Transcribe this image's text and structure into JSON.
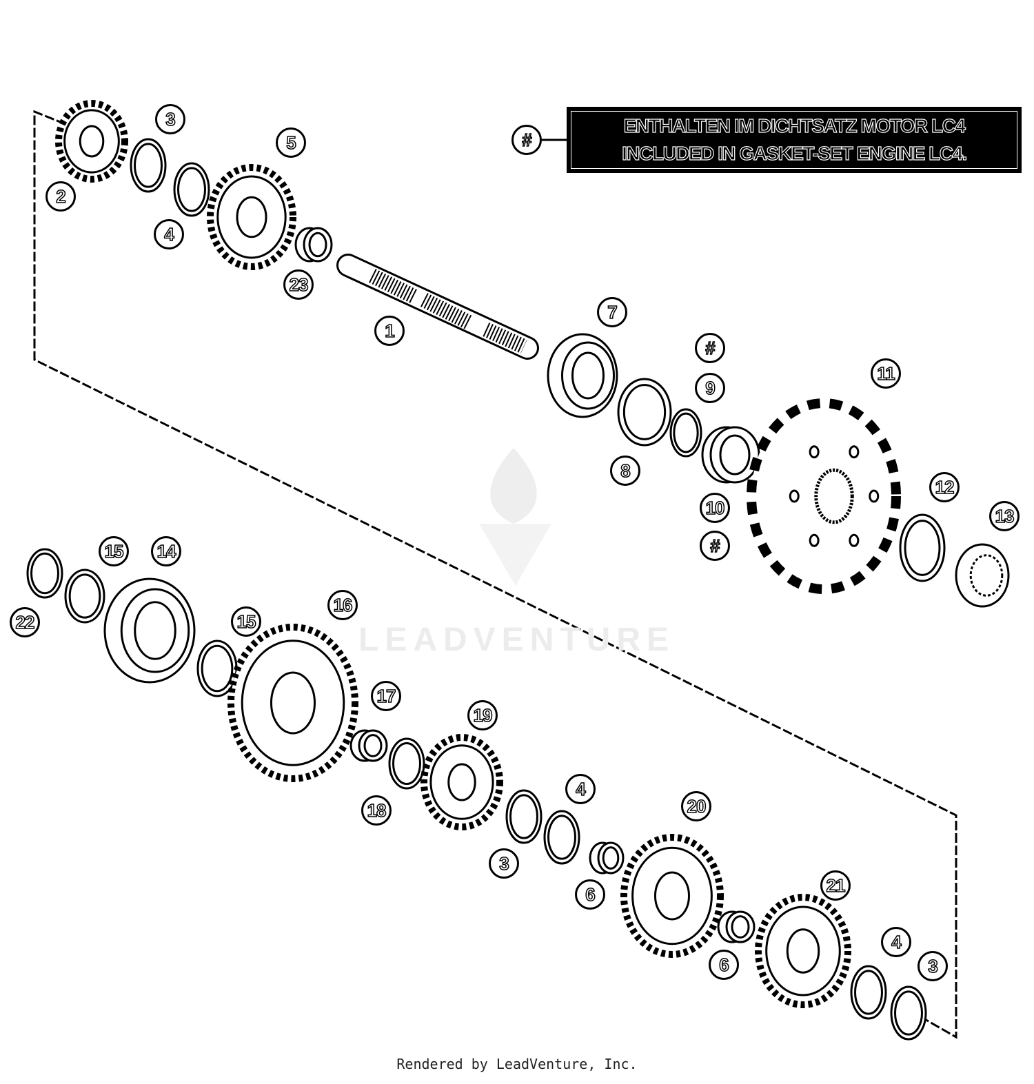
{
  "legend": {
    "symbol": "#",
    "line_de": "ENTHALTEN IM DICHTSATZ MOTOR LC4",
    "line_en": "INCLUDED IN GASKET-SET ENGINE LC4."
  },
  "callouts": [
    "1",
    "2",
    "3",
    "4",
    "5",
    "23",
    "7",
    "#",
    "9",
    "11",
    "8",
    "12",
    "10",
    "#",
    "13",
    "15",
    "14",
    "22",
    "16",
    "15",
    "17",
    "19",
    "18",
    "4",
    "20",
    "3",
    "6",
    "21",
    "4",
    "6",
    "3"
  ],
  "watermark": "LEADVENTURE",
  "footer": "Rendered by LeadVenture, Inc."
}
